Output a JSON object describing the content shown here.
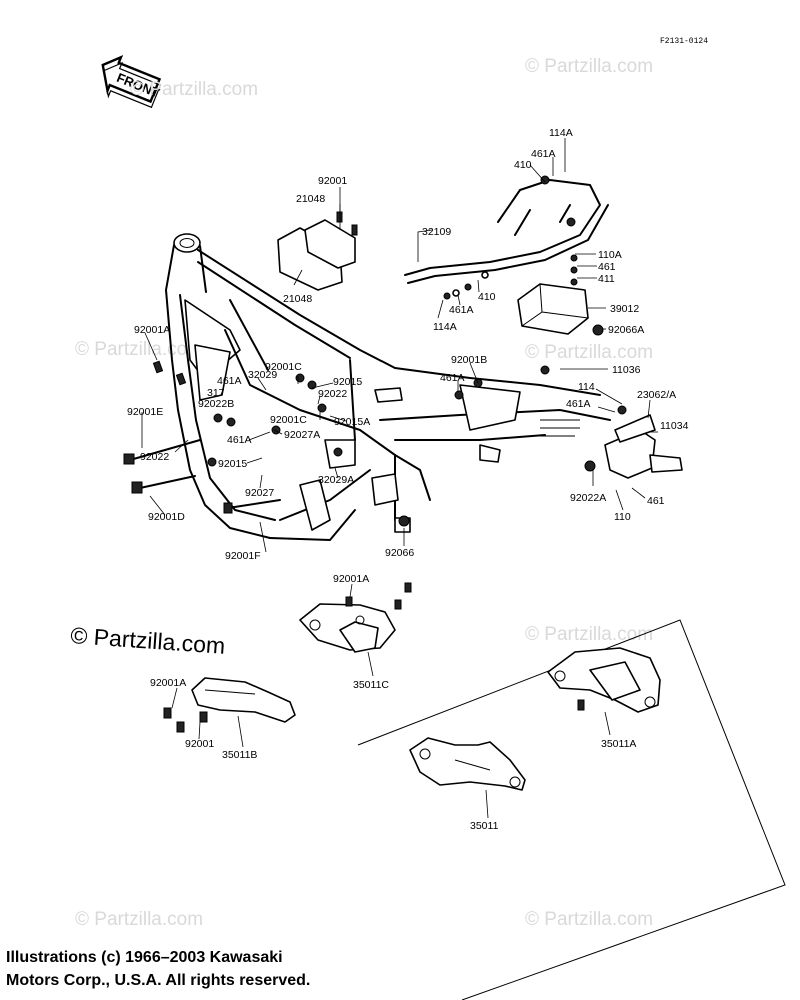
{
  "diagram_code": "F2131-0124",
  "front_label": "FRONT",
  "watermark_small": "© Partzilla.com",
  "watermark_main": "© Partzilla.com",
  "copyright_lines": [
    "Illustrations (c) 1966–2003 Kawasaki",
    "Motors Corp., U.S.A.  All rights reserved."
  ],
  "part_labels": [
    "114A",
    "461A",
    "410",
    "32109",
    "92001",
    "21048",
    "21048",
    "110A",
    "461",
    "411",
    "410",
    "461A",
    "114A",
    "39012",
    "92066A",
    "92001A",
    "92001C",
    "32029",
    "461A",
    "317",
    "92022B",
    "92015",
    "92022",
    "92001C",
    "92015A",
    "92001B",
    "461A",
    "11036",
    "114",
    "23062/A",
    "461A",
    "11034",
    "92001E",
    "92022",
    "461A",
    "92027A",
    "92015",
    "92027",
    "32029A",
    "92022A",
    "461",
    "110",
    "92001D",
    "92001F",
    "92066",
    "92001A",
    "35011C",
    "92001A",
    "92001",
    "35011B",
    "35011A",
    "35011"
  ]
}
